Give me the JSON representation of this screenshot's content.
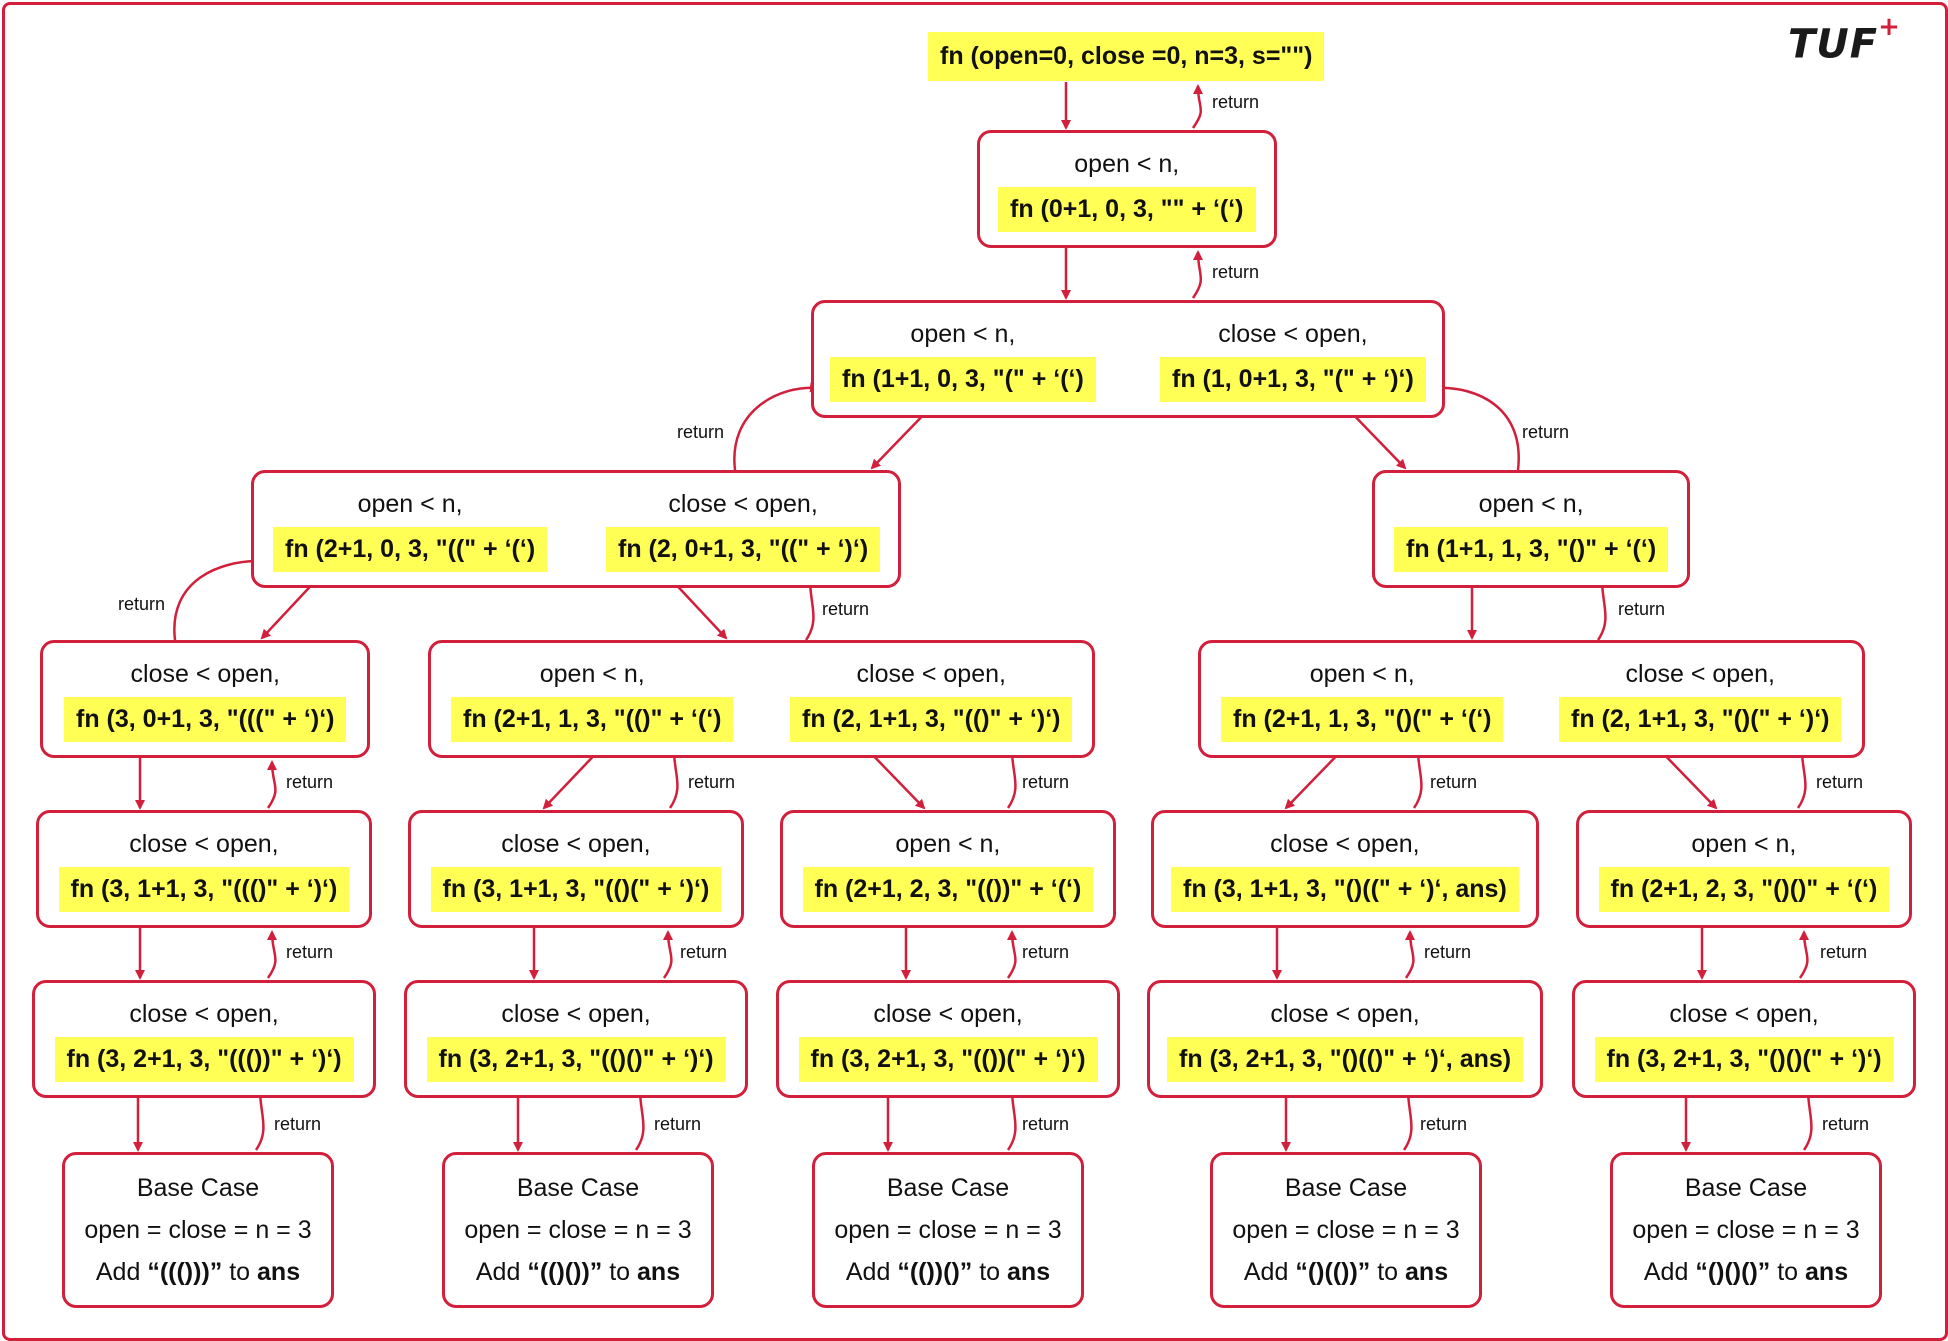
{
  "logo": {
    "text": "TUF",
    "plus": "+"
  },
  "return_label": "return",
  "root": {
    "call": "fn (open=0, close =0, n=3, s=\"\")"
  },
  "nodes": [
    {
      "id": "n1",
      "branches": [
        {
          "cond": "open < n,",
          "call": "fn (0+1, 0, 3, \"\" + ‘(‘)"
        }
      ]
    },
    {
      "id": "n2",
      "branches": [
        {
          "cond": "open < n,",
          "call": "fn (1+1, 0, 3, \"(\" + ‘(‘)"
        },
        {
          "cond": "close < open,",
          "call": "fn (1, 0+1, 3, \"(\" + ‘)‘)"
        }
      ]
    },
    {
      "id": "n3a",
      "branches": [
        {
          "cond": "open < n,",
          "call": "fn (2+1, 0, 3, \"((\" + ‘(‘)"
        },
        {
          "cond": "close < open,",
          "call": "fn (2, 0+1, 3, \"((\" + ‘)‘)"
        }
      ]
    },
    {
      "id": "n3b",
      "branches": [
        {
          "cond": "open < n,",
          "call": "fn (1+1, 1, 3, \"()\" + ‘(‘)"
        }
      ]
    },
    {
      "id": "n4a",
      "branches": [
        {
          "cond": "close < open,",
          "call": "fn (3, 0+1, 3, \"(((\" + ‘)‘)"
        }
      ]
    },
    {
      "id": "n4b",
      "branches": [
        {
          "cond": "open < n,",
          "call": "fn (2+1, 1, 3, \"(()\" + ‘(‘)"
        },
        {
          "cond": "close < open,",
          "call": "fn (2, 1+1, 3, \"(()\" + ‘)‘)"
        }
      ]
    },
    {
      "id": "n4c",
      "branches": [
        {
          "cond": "open < n,",
          "call": "fn (2+1, 1, 3, \"()(\" + ‘(‘)"
        },
        {
          "cond": "close < open,",
          "call": "fn (2, 1+1, 3, \"()(\" + ‘)‘)"
        }
      ]
    },
    {
      "id": "n5a",
      "branches": [
        {
          "cond": "close < open,",
          "call": "fn (3, 1+1, 3, \"((()\" + ‘)‘)"
        }
      ]
    },
    {
      "id": "n5b",
      "branches": [
        {
          "cond": "close < open,",
          "call": "fn (3, 1+1, 3, \"(()(\" + ‘)‘)"
        }
      ]
    },
    {
      "id": "n5c",
      "branches": [
        {
          "cond": "open < n,",
          "call": "fn (2+1, 2, 3, \"(())\" + ‘(‘)"
        }
      ]
    },
    {
      "id": "n5d",
      "branches": [
        {
          "cond": "close < open,",
          "call": "fn (3, 1+1, 3, \"()((\" + ‘)‘, ans)"
        }
      ]
    },
    {
      "id": "n5e",
      "branches": [
        {
          "cond": "open < n,",
          "call": "fn (2+1, 2, 3, \"()()\" + ‘(‘)"
        }
      ]
    },
    {
      "id": "n6a",
      "branches": [
        {
          "cond": "close < open,",
          "call": "fn (3, 2+1, 3, \"((())\" + ‘)‘)"
        }
      ]
    },
    {
      "id": "n6b",
      "branches": [
        {
          "cond": "close < open,",
          "call": "fn (3, 2+1, 3, \"(()()\" + ‘)‘)"
        }
      ]
    },
    {
      "id": "n6c",
      "branches": [
        {
          "cond": "close < open,",
          "call": "fn (3, 2+1, 3, \"(())(\" + ‘)‘)"
        }
      ]
    },
    {
      "id": "n6d",
      "branches": [
        {
          "cond": "close < open,",
          "call": "fn (3, 2+1, 3, \"()(()\" + ‘)‘, ans)"
        }
      ]
    },
    {
      "id": "n6e",
      "branches": [
        {
          "cond": "close < open,",
          "call": "fn (3, 2+1, 3, \"()()(\" + ‘)‘)"
        }
      ]
    }
  ],
  "base_cases": [
    {
      "id": "b1",
      "title": "Base Case",
      "rule": "open = close = n = 3",
      "add": "Add",
      "result": "“((()))”",
      "to": "to",
      "ans": "ans"
    },
    {
      "id": "b2",
      "title": "Base Case",
      "rule": "open = close = n = 3",
      "add": "Add",
      "result": "“(()())”",
      "to": "to",
      "ans": "ans"
    },
    {
      "id": "b3",
      "title": "Base Case",
      "rule": "open = close = n = 3",
      "add": "Add",
      "result": "“(())()”",
      "to": "to",
      "ans": "ans"
    },
    {
      "id": "b4",
      "title": "Base Case",
      "rule": "open = close = n = 3",
      "add": "Add",
      "result": "“()(())”",
      "to": "to",
      "ans": "ans"
    },
    {
      "id": "b5",
      "title": "Base Case",
      "rule": "open = close = n = 3",
      "add": "Add",
      "result": "“()()()”",
      "to": "to",
      "ans": "ans"
    }
  ]
}
